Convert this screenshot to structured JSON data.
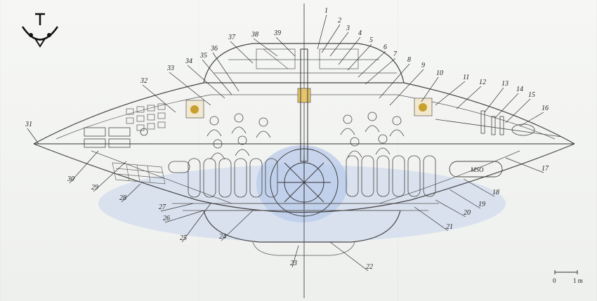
{
  "diagram": {
    "callouts": [
      "1",
      "2",
      "3",
      "4",
      "5",
      "6",
      "7",
      "8",
      "9",
      "10",
      "11",
      "12",
      "13",
      "14",
      "15",
      "16",
      "17",
      "18",
      "19",
      "20",
      "21",
      "22",
      "23",
      "24",
      "25",
      "26",
      "27",
      "28",
      "29",
      "30",
      "31",
      "32",
      "33",
      "34",
      "35",
      "36",
      "37",
      "38",
      "39"
    ],
    "tank_label": "MSO",
    "scale": {
      "start": "0",
      "end": "1 m"
    }
  },
  "colors": {
    "ink": "#333333",
    "shading": "#b9c9e6",
    "emblem": "#c8a030"
  }
}
